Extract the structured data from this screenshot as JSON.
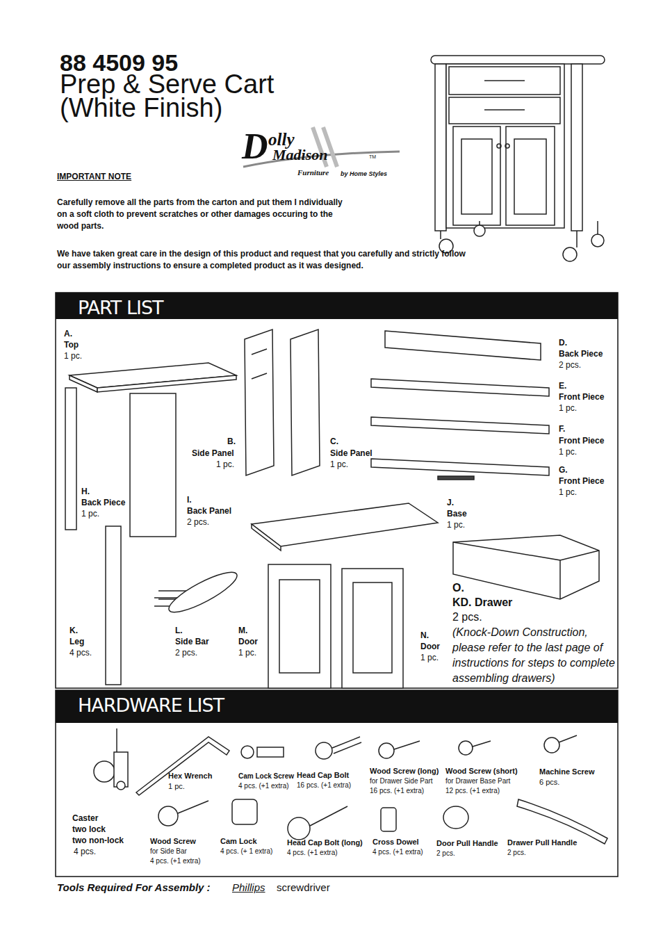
{
  "diagram": {
    "title": "Prep & Serve Cart (White Finish)",
    "nodes": [
      {
        "text": [
          "PART LIST"
        ]
      },
      {
        "text": [
          "HARDWARE LIST"
        ]
      }
    ],
    "labels": [
      "88 4509 95",
      "D",
      "olly",
      "Madison",
      "TM",
      "Furniture",
      "by Home Styles",
      "IMPORTANT NOTE",
      "Carefully remove all the parts from the carton and put them I ndividually on a soft cloth to prevent scratches or other damages occuring to the wood parts.",
      "We have taken great care in the design of this product and request that you carefully and strictly follow our assembly instructions to ensure a completed product as it was designed.",
      "A.",
      "Top",
      "1 pc.",
      "B.",
      "Side Panel",
      "1 pc.",
      "C.",
      "Side Panel",
      "1 pc.",
      "D.",
      "Back Piece",
      "2 pcs.",
      "E.",
      "Front Piece",
      "1 pc.",
      "F.",
      "Front Piece",
      "1 pc.",
      "G.",
      "Front Piece",
      "1 pc.",
      "H.",
      "Back Piece",
      "1 pc.",
      "I.",
      "Back Panel",
      "2 pcs.",
      "J.",
      "Base",
      "1 pc.",
      "K.",
      "Leg",
      "4 pcs.",
      "L.",
      "Side Bar",
      "2 pcs.",
      "M.",
      "Door",
      "1 pc.",
      "N.",
      "Door",
      "1 pc.",
      "O.",
      "KD. Drawer",
      "2 pcs.",
      "(Knock-Down Construction, please refer to the last page of instructions for steps to complete assembling drawers)",
      "Hex Wrench",
      "1 pc.",
      "Cam Lock Screw",
      "4 pcs. (+1 extra)",
      "Head Cap Bolt",
      "16 pcs. (+1 extra)",
      "Wood Screw (long)",
      "for Drawer Side Part",
      "16 pcs. (+1 extra)",
      "Wood Screw (short)",
      "for Drawer Base Part",
      "12 pcs. (+1 extra)",
      "Machine Screw",
      "6 pcs.",
      "Caster",
      "two lock",
      "two non-lock",
      "4 pcs.",
      "Wood Screw",
      "for Side Bar",
      "4 pcs. (+1 extra)",
      "Cam Lock",
      "4 pcs. (+ 1 extra)",
      "Head Cap Bolt (long)",
      "4 pcs. (+1 extra)",
      "Cross Dowel",
      "4 pcs. (+1 extra)",
      "Door Pull Handle",
      "2 pcs.",
      "Drawer Pull Handle",
      "2 pcs.",
      "Tools Required  For  Assembly :",
      "Phillips",
      "screwdriver"
    ]
  }
}
